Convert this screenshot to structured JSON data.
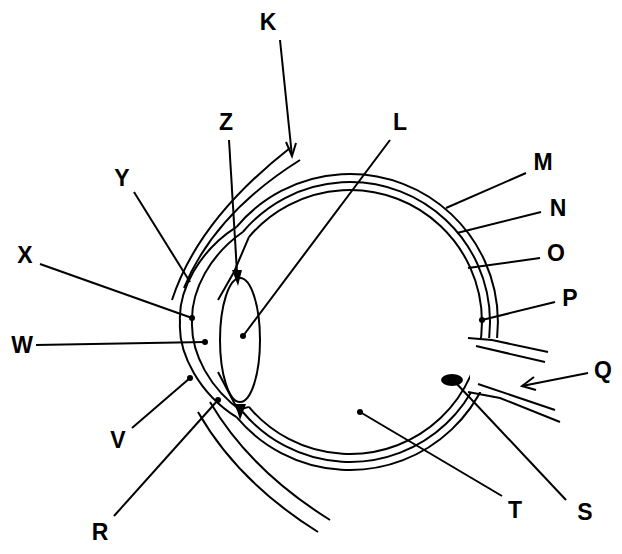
{
  "diagram": {
    "labels": [
      "K",
      "Z",
      "L",
      "M",
      "Y",
      "N",
      "X",
      "O",
      "P",
      "W",
      "Q",
      "V",
      "T",
      "S",
      "R"
    ]
  }
}
